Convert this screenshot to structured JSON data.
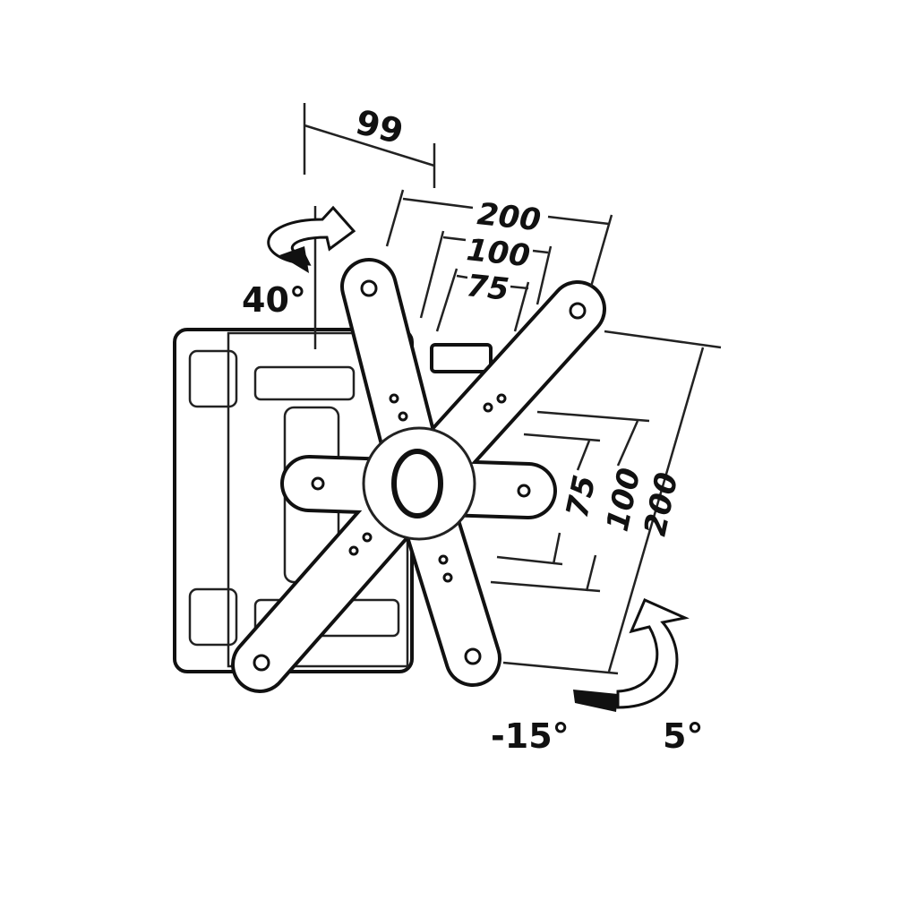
{
  "diagram": {
    "depth_label": "99",
    "swivel_label": "40°",
    "vesa_horizontal": [
      "200",
      "100",
      "75"
    ],
    "vesa_vertical": [
      "75",
      "100",
      "200"
    ],
    "tilt_down_label": "-15°",
    "tilt_up_label": "5°"
  }
}
